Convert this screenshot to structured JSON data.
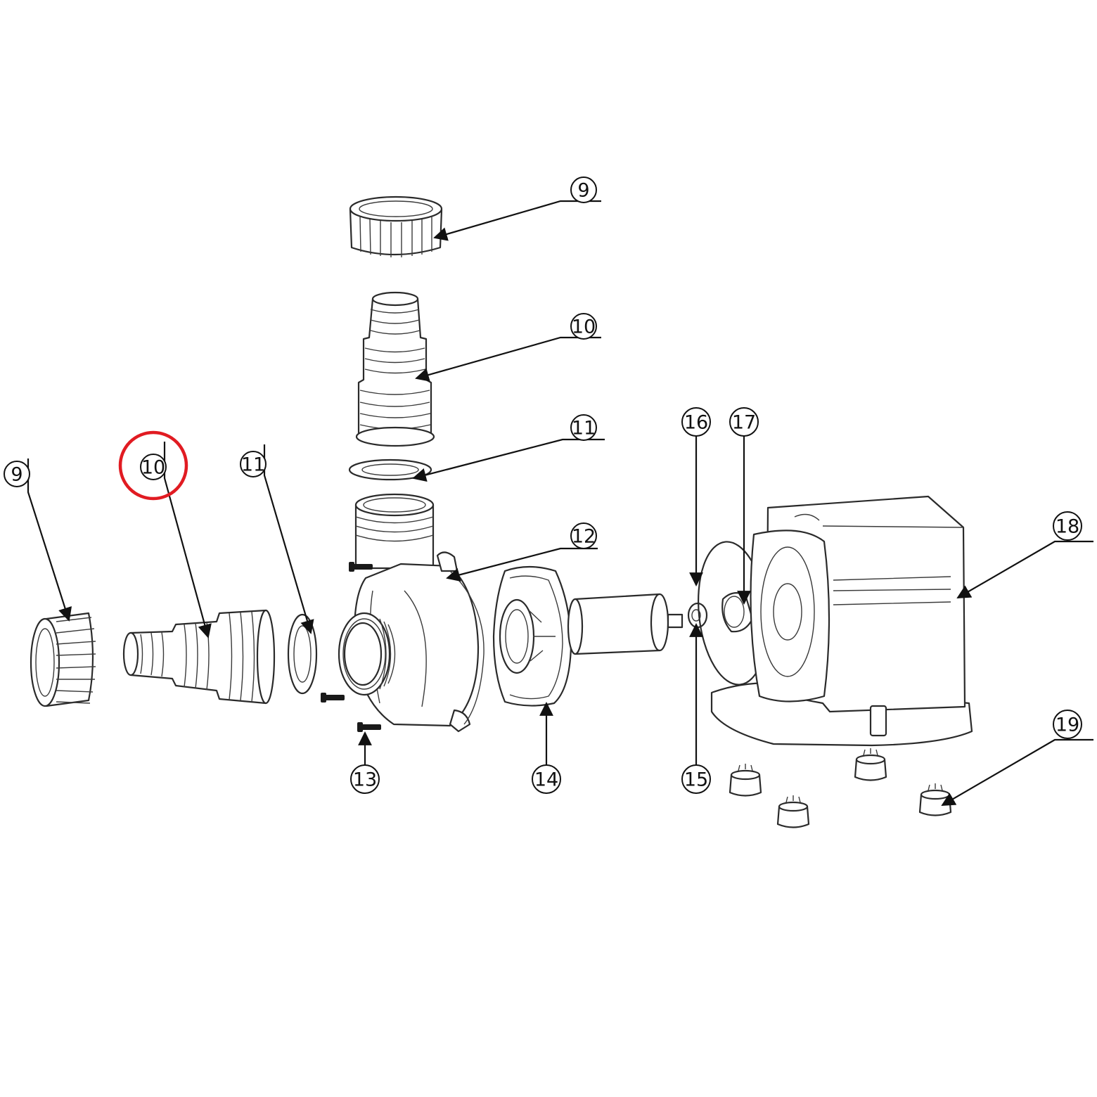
{
  "diagram": {
    "callouts": [
      {
        "id": "top-9",
        "label": "9"
      },
      {
        "id": "top-10",
        "label": "10"
      },
      {
        "id": "top-11",
        "label": "11"
      },
      {
        "id": "top-12",
        "label": "12"
      },
      {
        "id": "left-9",
        "label": "9"
      },
      {
        "id": "left-10",
        "label": "10"
      },
      {
        "id": "left-11",
        "label": "11"
      },
      {
        "id": "13",
        "label": "13"
      },
      {
        "id": "14",
        "label": "14"
      },
      {
        "id": "15",
        "label": "15"
      },
      {
        "id": "16",
        "label": "16"
      },
      {
        "id": "17",
        "label": "17"
      },
      {
        "id": "18",
        "label": "18"
      },
      {
        "id": "19",
        "label": "19"
      }
    ],
    "highlight": {
      "target": "left-10",
      "color": "#e11b22"
    }
  }
}
